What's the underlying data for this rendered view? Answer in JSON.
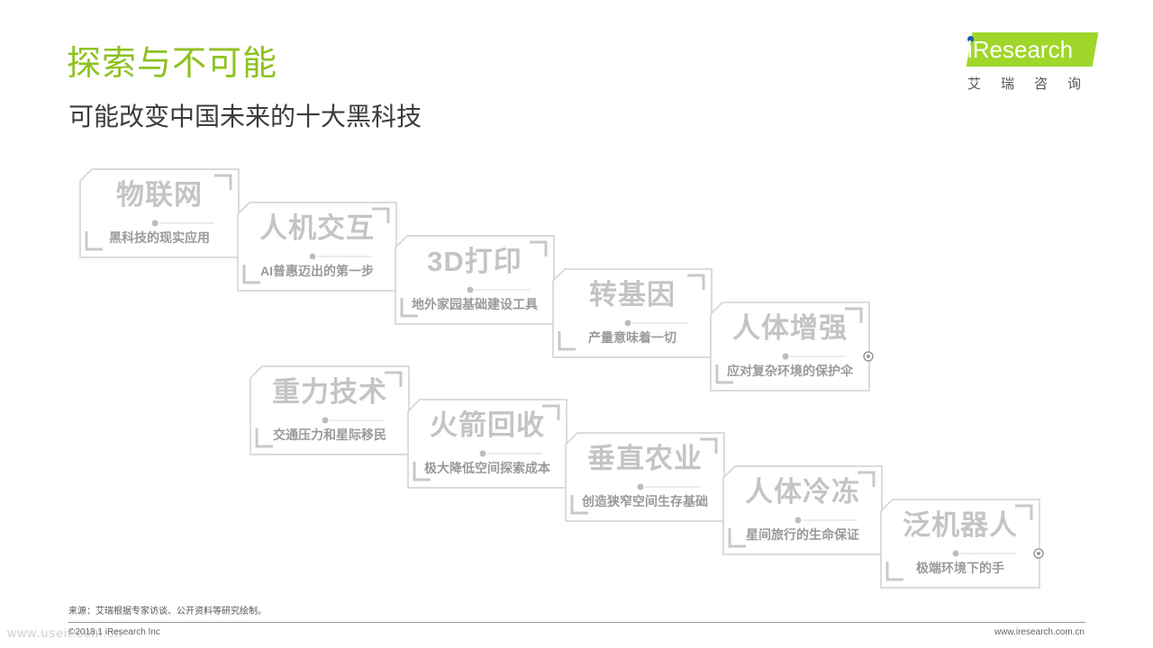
{
  "header": {
    "title": "探索与不可能",
    "subtitle": "可能改变中国未来的十大黑科技"
  },
  "logo": {
    "brand": "iResearch",
    "chinese": "艾瑞咨询",
    "accent_color": "#9fd62a"
  },
  "technologies": [
    {
      "name": "物联网",
      "description": "黑科技的现实应用"
    },
    {
      "name": "人机交互",
      "description": "AI普惠迈出的第一步"
    },
    {
      "name": "3D打印",
      "description": "地外家园基础建设工具"
    },
    {
      "name": "转基因",
      "description": "产量意味着一切"
    },
    {
      "name": "人体增强",
      "description": "应对复杂环境的保护伞"
    },
    {
      "name": "重力技术",
      "description": "交通压力和星际移民"
    },
    {
      "name": "火箭回收",
      "description": "极大降低空间探索成本"
    },
    {
      "name": "垂直农业",
      "description": "创造狭窄空间生存基础"
    },
    {
      "name": "人体冷冻",
      "description": "星间旅行的生命保证"
    },
    {
      "name": "泛机器人",
      "description": "极端环境下的手"
    }
  ],
  "footer": {
    "source": "来源：艾瑞根据专家访谈、公开资料等研究绘制。",
    "copyright": "©2018.1 iResearch Inc",
    "website": "www.iresearch.com.cn",
    "watermark": "www.useit.com.cn"
  },
  "colors": {
    "title_green": "#8dc21f",
    "card_text": "#c4c4c4",
    "card_desc": "#9a9a9a",
    "frame": "#d0d0d0"
  }
}
